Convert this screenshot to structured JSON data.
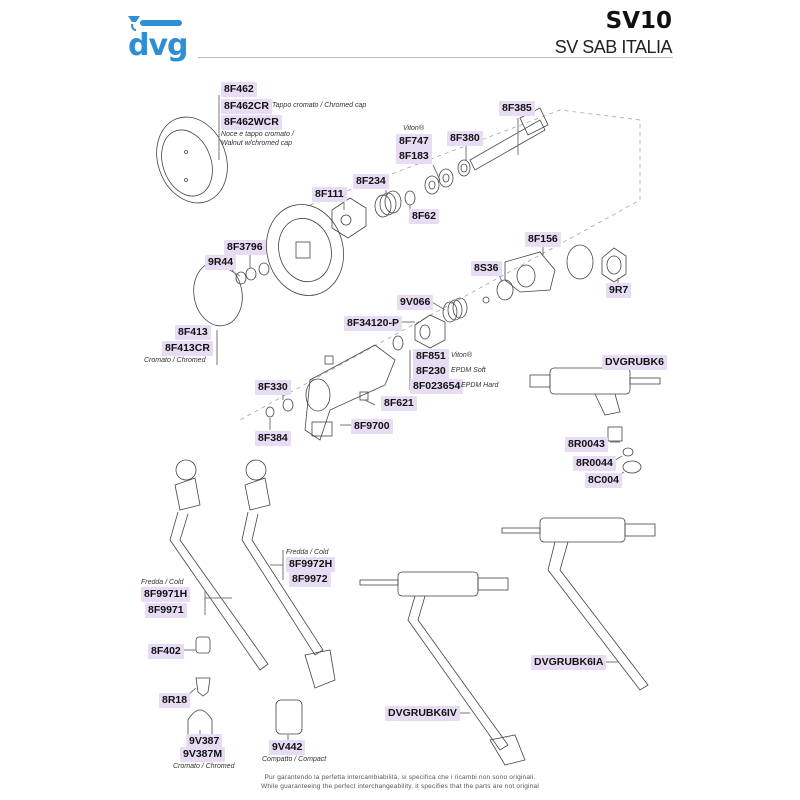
{
  "header": {
    "logo_text": "dvg",
    "brand_color": "#2e8fd4",
    "model": "SV10",
    "brand": "SV SAB ITALIA"
  },
  "labels": {
    "p8F462": "8F462",
    "p8F462CR": "8F462CR",
    "p8F462CR_note": "Tappo cromato / Chromed cap",
    "p8F462WCR": "8F462WCR",
    "p8F462WCR_note1": "Noce e tappo cromato /",
    "p8F462WCR_note2": "Walnut w/chromed cap",
    "p8F385": "8F385",
    "viton1": "Viton®",
    "p8F747": "8F747",
    "p8F183": "8F183",
    "p8F380": "8F380",
    "p8F234": "8F234",
    "p8F111": "8F111",
    "p8F62": "8F62",
    "p8F3796": "8F3796",
    "p9R44": "9R44",
    "p8F156": "8F156",
    "p8S36": "8S36",
    "p9R7": "9R7",
    "p9V066": "9V066",
    "p8F34120P": "8F34120-P",
    "p8F413": "8F413",
    "p8F413CR": "8F413CR",
    "p8F413CR_note": "Cromato / Chromed",
    "p8F851": "8F851",
    "p8F851_note": "Viton®",
    "p8F230": "8F230",
    "p8F230_note": "EPDM Soft",
    "p8F023654": "8F023654",
    "p8F023654_note": "EPDM Hard",
    "p8F330": "8F330",
    "p8F621": "8F621",
    "p8F384": "8F384",
    "p8F9700": "8F9700",
    "pDVGRUBK6": "DVGRUBK6",
    "p8R0043": "8R0043",
    "p8R0044": "8R0044",
    "p8C004": "8C004",
    "cold_note_1": "Fredda / Cold",
    "p8F9972H": "8F9972H",
    "p8F9972": "8F9972",
    "cold_note_2": "Fredda / Cold",
    "p8F9971H": "8F9971H",
    "p8F9971": "8F9971",
    "p8F402": "8F402",
    "p8R18": "8R18",
    "p9V387": "9V387",
    "p9V387M": "9V387M",
    "p9V387M_note": "Cromato / Chromed",
    "p9V442": "9V442",
    "p9V442_note": "Compatto / Compact",
    "pDVGRUBK6IA": "DVGRUBK6IA",
    "pDVGRUBK6IV": "DVGRUBK6IV"
  },
  "footer": {
    "line1": "Pur garantendo la perfetta intercambiabilità, si specifica che i ricambi non sono originali.",
    "line2": "While guaranteeing the perfect interchangeability, it specifies that the parts are not original"
  }
}
